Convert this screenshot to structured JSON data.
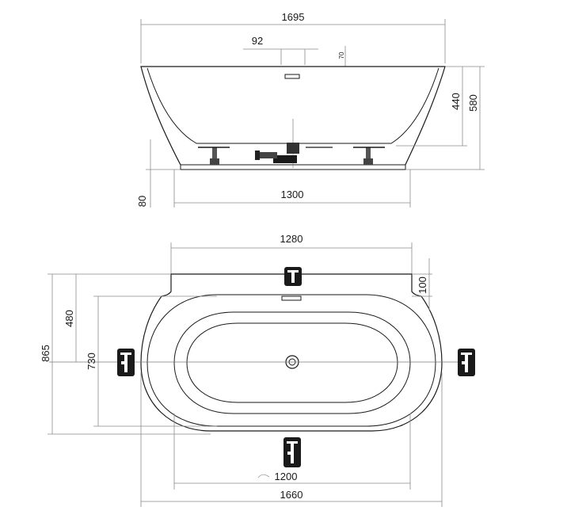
{
  "side_view": {
    "overall_width": "1695",
    "faucet_offset": "92",
    "faucet_height": "70",
    "height_inner": "440",
    "height_total": "580",
    "leg_height": "80",
    "base_width": "1300"
  },
  "top_view": {
    "top_width": "1280",
    "backrest": "100",
    "half_depth": "480",
    "inner_depth": "730",
    "total_depth": "865",
    "inner_length": "1200",
    "total_length": "1660"
  },
  "icons": [
    "faucet-wall-icon",
    "faucet-left-icon",
    "faucet-right-icon",
    "faucet-front-icon"
  ]
}
